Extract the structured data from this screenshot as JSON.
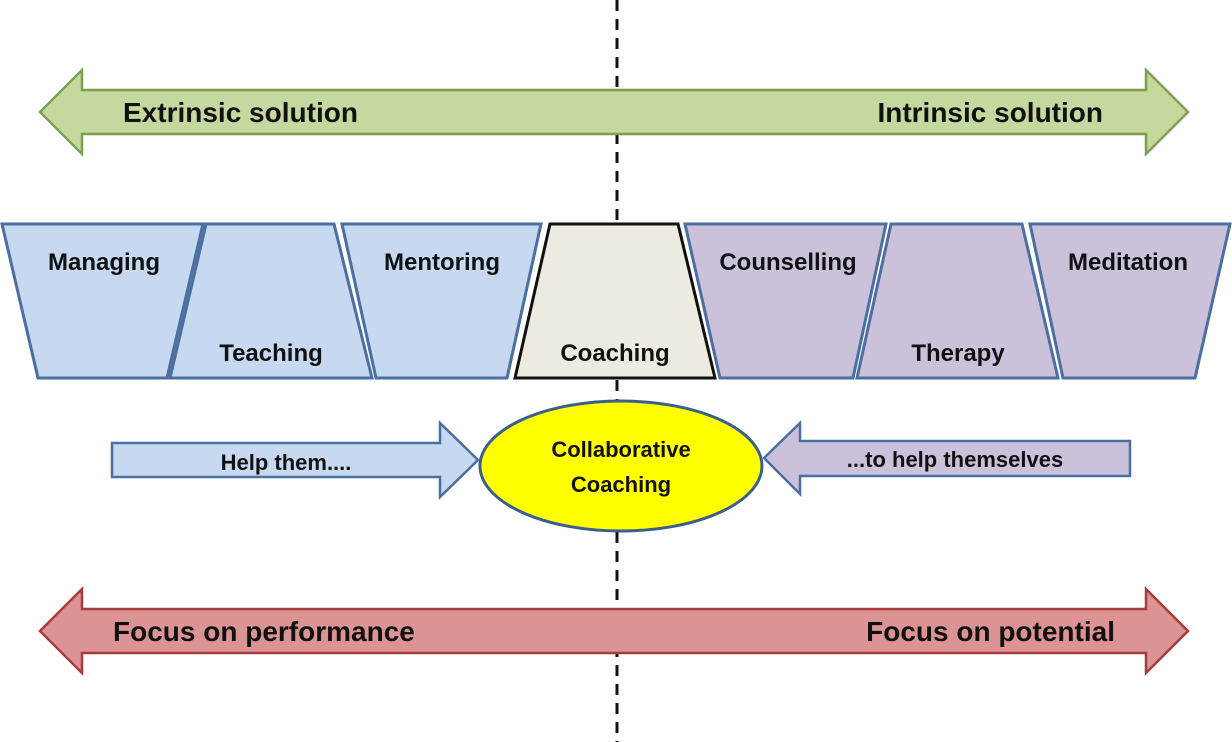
{
  "top_arrow": {
    "left_label": "Extrinsic solution",
    "right_label": "Intrinsic solution",
    "fill": "#c4d89f",
    "stroke": "#7f9f4e"
  },
  "bottom_arrow": {
    "left_label": "Focus on performance",
    "right_label": "Focus on potential",
    "fill": "#dc9393",
    "stroke": "#a63c3c"
  },
  "blocks": [
    {
      "label": "Managing",
      "color": "blue"
    },
    {
      "label": "Teaching",
      "color": "blue"
    },
    {
      "label": "Mentoring",
      "color": "blue"
    },
    {
      "label": "Coaching",
      "color": "beige"
    },
    {
      "label": "Counselling",
      "color": "purple"
    },
    {
      "label": "Therapy",
      "color": "purple"
    },
    {
      "label": "Meditation",
      "color": "purple"
    }
  ],
  "colors": {
    "blue": "#c6d9f1",
    "blue_stroke": "#4a6fa0",
    "purple": "#ccc1da",
    "purple_stroke": "#4a6fa0",
    "beige": "#edebe0",
    "beige_stroke": "#111111",
    "ellipse": "#ffff00",
    "ellipse_stroke": "#3b5e8c"
  },
  "middle": {
    "left_arrow_label": "Help them....",
    "right_arrow_label": "...to help themselves",
    "center_line1": "Collaborative",
    "center_line2": "Coaching"
  }
}
